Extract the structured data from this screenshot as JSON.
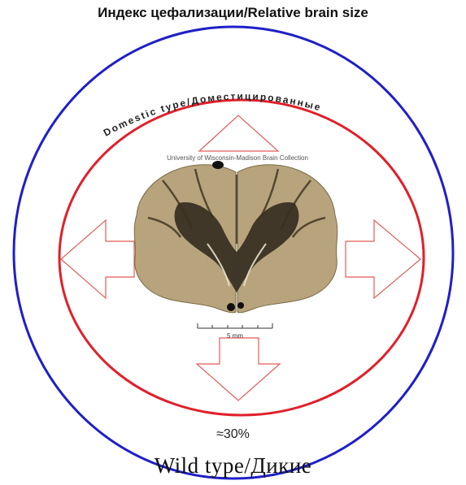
{
  "title": "Индекс цефализации/Relative brain size",
  "domestic_label": "Domestic type/Доместицированные",
  "image": {
    "caption": "University of Wisconsin-Madison Brain Collection",
    "scale_label": "5 mm"
  },
  "percent_label": "≈30%",
  "wild_label": "Wild type/Дикие",
  "colors": {
    "outer_ellipse": "#1f1fc8",
    "inner_ellipse": "#e0202a",
    "arrows": "#e35a5a",
    "brain_tissue": "#b8a47c",
    "brain_dark": "#2a241a"
  }
}
